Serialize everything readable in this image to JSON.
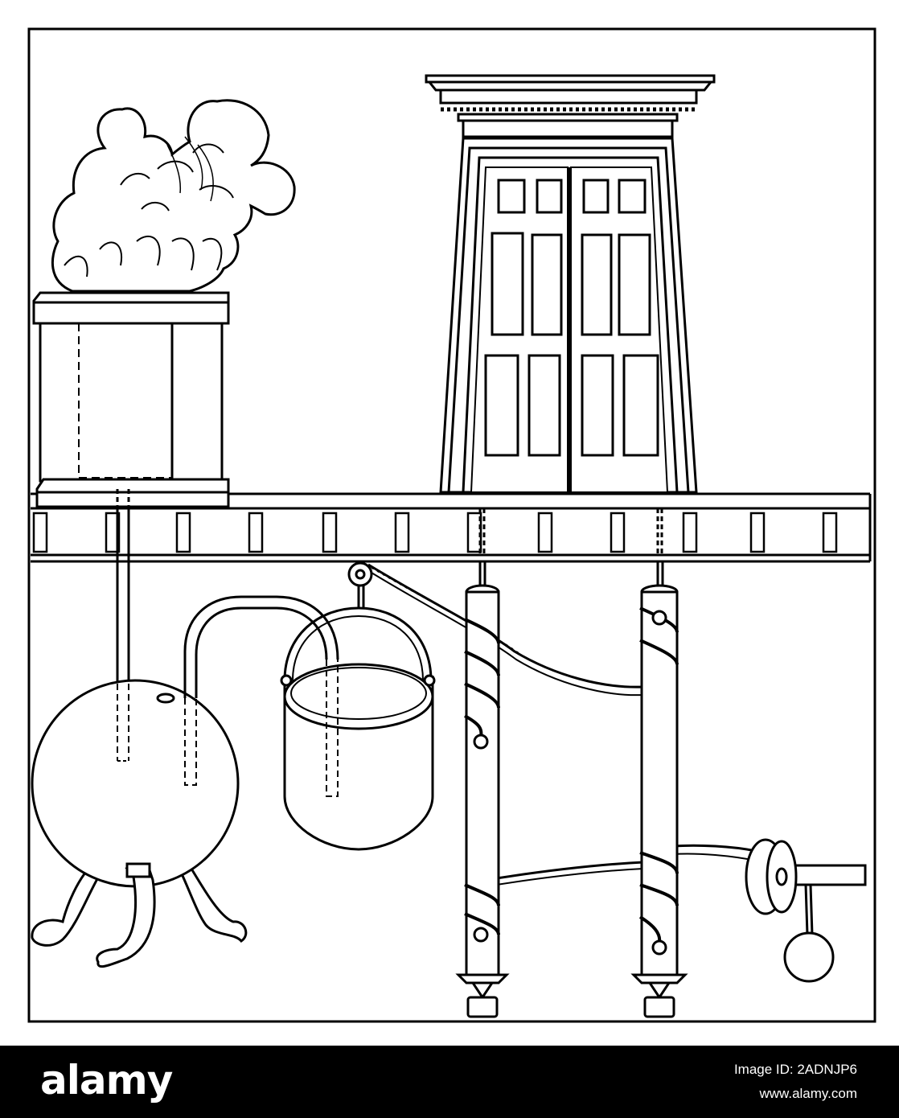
{
  "footer": {
    "brand": "alamy",
    "image_id": "Image ID: 2ADNJP6",
    "url": "www.alamy.com"
  },
  "colors": {
    "ink": "#000000",
    "paper": "#ffffff",
    "footer_bg": "#000000",
    "footer_text": "#ffffff"
  },
  "icons": {
    "brand": "alamy-wordmark"
  }
}
